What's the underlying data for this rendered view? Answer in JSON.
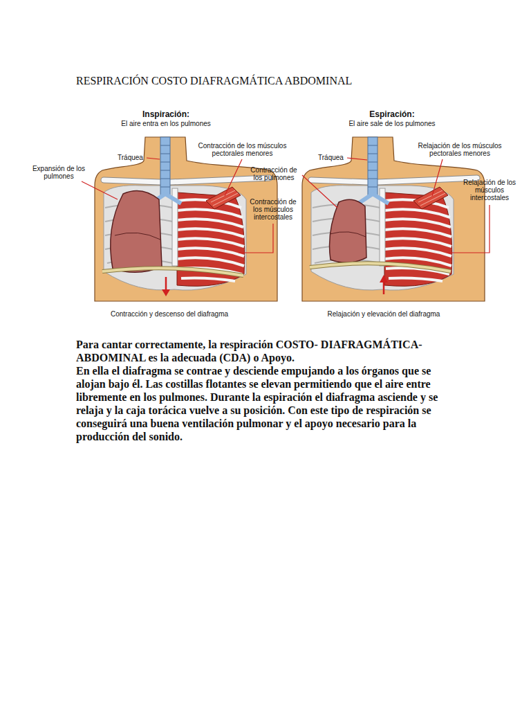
{
  "diagram": {
    "title": "RESPIRACIÓN COSTO DIAFRAGMÁTICA ABDOMINAL",
    "labels": [
      "Inspiración:",
      "El aire entra en los pulmones",
      "Tráquea",
      "Expansión de los pulmones",
      "Contracción de los músculos pectorales menores",
      "Contracción de los músculos intercostales",
      "Contracción y descenso del diafragma",
      "Espiración:",
      "El aire sale de los pulmones",
      "Tráquea",
      "Relajación de los músculos pectorales menores",
      "Contracción de los pulmones",
      "Relajación de los músculos intercostales",
      "Relajación y elevación del diafragma",
      "Para cantar correctamente, la respiración COSTO- DIAFRAGMÁTICA-ABDOMINAL es la adecuada (CDA) o Apoyo.",
      "En ella el diafragma se contrae y desciende empujando a los órganos que se alojan bajo él. Las costillas flotantes se elevan permitiendo que el aire entre libremente en los pulmones. Durante la espiración el diafragma asciende y se relaja y la caja torácica vuelve a su posición. Con este tipo de respiración se conseguirá una buena ventilación pulmonar y el apoyo necesario para la producción del sonido."
    ]
  }
}
